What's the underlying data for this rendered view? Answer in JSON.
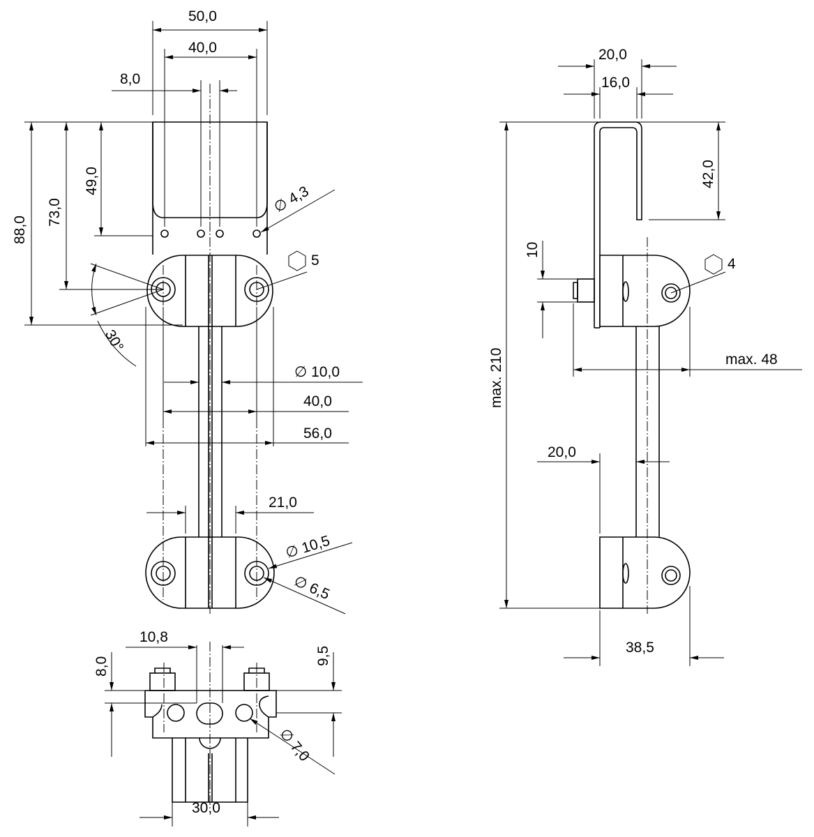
{
  "front_view": {
    "width_outer": "50,0",
    "width_inner": "40,0",
    "hole_spacing": "8,0",
    "height_total": "88,0",
    "height_to_axis": "73,0",
    "height_plate": "49,0",
    "hole_diameter": "∅ 4,3",
    "hex_key": "5",
    "angle": "30°",
    "rod_diameter": "∅ 10,0",
    "clamp_hole_spacing": "40,0",
    "clamp_width": "56,0",
    "rod_spacing": "21,0",
    "counterbore_diameter": "∅ 10,5",
    "bore_diameter": "∅ 6,5"
  },
  "bottom_view": {
    "slot_offset": "10,8",
    "height_left": "8,0",
    "height_right": "9,5",
    "bore_diameter": "∅ 7,0",
    "width": "30,0"
  },
  "side_view": {
    "width_outer": "20,0",
    "width_inner": "16,0",
    "hook_depth": "42,0",
    "nut_height": "10",
    "hex_key": "4",
    "max_length": "max. 210",
    "max_depth": "max. 48",
    "rod_offset": "20,0",
    "clamp_depth": "38,5"
  }
}
